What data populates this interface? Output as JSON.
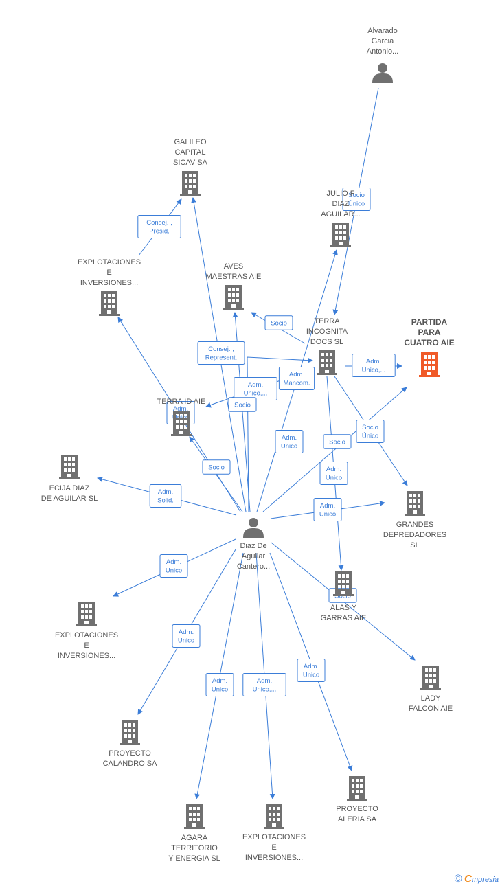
{
  "colors": {
    "edge": "#3b7dd8",
    "building": "#707070",
    "highlight": "#f05a28",
    "person": "#707070"
  },
  "nodes": [
    {
      "id": "alvarado",
      "type": "person",
      "lines": [
        "Alvarado",
        "Garcia",
        "Antonio..."
      ]
    },
    {
      "id": "galileo",
      "type": "company",
      "lines": [
        "GALILEO",
        "CAPITAL",
        "SICAV SA"
      ]
    },
    {
      "id": "julio",
      "type": "company",
      "lines": [
        "JULIO F",
        "DIAZ",
        "AGUILAR..."
      ]
    },
    {
      "id": "expl_top",
      "type": "company",
      "lines": [
        "EXPLOTACIONES",
        "E",
        "INVERSIONES..."
      ]
    },
    {
      "id": "aves",
      "type": "company",
      "lines": [
        "AVES",
        "MAESTRAS AIE"
      ]
    },
    {
      "id": "terra_inc",
      "type": "company",
      "lines": [
        "TERRA",
        "INCOGNITA",
        "DOCS SL"
      ]
    },
    {
      "id": "partida",
      "type": "company",
      "highlight": true,
      "lines": [
        "PARTIDA",
        "PARA",
        "CUATRO AIE"
      ]
    },
    {
      "id": "terra_id",
      "type": "company",
      "lines": [
        "TERRA ID AIE"
      ]
    },
    {
      "id": "ecija",
      "type": "company",
      "lines": [
        "ECIJA DIAZ",
        "DE AGUILAR SL"
      ]
    },
    {
      "id": "grandes",
      "type": "company",
      "lines": [
        "GRANDES",
        "DEPREDADORES",
        "SL"
      ]
    },
    {
      "id": "diaz",
      "type": "person",
      "lines": [
        "Diaz De",
        "Aguilar",
        "Cantero..."
      ]
    },
    {
      "id": "alas",
      "type": "company",
      "lines": [
        "ALAS Y",
        "GARRAS AIE"
      ]
    },
    {
      "id": "expl_left",
      "type": "company",
      "lines": [
        "EXPLOTACIONES",
        "E",
        "INVERSIONES..."
      ]
    },
    {
      "id": "lady",
      "type": "company",
      "lines": [
        "LADY",
        "FALCON AIE"
      ]
    },
    {
      "id": "calandro",
      "type": "company",
      "lines": [
        "PROYECTO",
        "CALANDRO SA"
      ]
    },
    {
      "id": "aleria",
      "type": "company",
      "lines": [
        "PROYECTO",
        "ALERIA SA"
      ]
    },
    {
      "id": "agara",
      "type": "company",
      "lines": [
        "AGARA",
        "TERRITORIO",
        "Y ENERGIA SL"
      ]
    },
    {
      "id": "expl_bottom",
      "type": "company",
      "lines": [
        "EXPLOTACIONES",
        "E",
        "INVERSIONES..."
      ]
    }
  ],
  "edges": [
    {
      "id": "alvarado-terra_inc",
      "lines": [
        "Socio",
        "Único"
      ]
    },
    {
      "id": "expl_top-galileo",
      "lines": [
        "Consej. ,",
        "Presid."
      ]
    },
    {
      "id": "terra_inc-aves",
      "lines": [
        "Socio"
      ]
    },
    {
      "id": "terra_inc-partida",
      "lines": [
        "Adm.",
        "Unico,..."
      ]
    },
    {
      "id": "terra_inc-terra_id",
      "lines": [
        "Adm.",
        "Mancom."
      ]
    },
    {
      "id": "terra_inc-grandes",
      "lines": [
        "Socio",
        "Único"
      ]
    },
    {
      "id": "terra_inc-alas",
      "lines": [
        "Adm.",
        "Unico"
      ]
    },
    {
      "id": "diaz-galileo",
      "lines": [
        "Consej. ,",
        "Represent."
      ]
    },
    {
      "id": "diaz-terra_id-a",
      "lines": [
        "Adm.",
        "Unico,..."
      ]
    },
    {
      "id": "diaz-aves",
      "lines": [
        "Socio"
      ]
    },
    {
      "id": "diaz-expl_top",
      "lines": [
        "Adm.",
        "Unico"
      ]
    },
    {
      "id": "diaz-terra_id",
      "lines": [
        "Socio"
      ]
    },
    {
      "id": "diaz-julio",
      "lines": [
        "Adm.",
        "Unico"
      ]
    },
    {
      "id": "diaz-partida",
      "lines": [
        "Socio"
      ]
    },
    {
      "id": "diaz-ecija",
      "lines": [
        "Adm.",
        "Solid."
      ]
    },
    {
      "id": "diaz-grandes",
      "lines": [
        "Adm.",
        "Unico"
      ]
    },
    {
      "id": "diaz-lady",
      "lines": [
        "Socio"
      ]
    },
    {
      "id": "diaz-expl_left",
      "lines": [
        "Adm.",
        "Unico"
      ]
    },
    {
      "id": "diaz-calandro",
      "lines": [
        "Adm.",
        "Unico"
      ]
    },
    {
      "id": "diaz-agara",
      "lines": [
        "Adm.",
        "Unico"
      ]
    },
    {
      "id": "diaz-expl_bottom",
      "lines": [
        "Adm.",
        "Unico,..."
      ]
    },
    {
      "id": "diaz-aleria",
      "lines": [
        "Adm.",
        "Unico"
      ]
    }
  ],
  "footer": {
    "copyright": "©",
    "brand_initial": "C",
    "brand_rest": "mpresia"
  }
}
